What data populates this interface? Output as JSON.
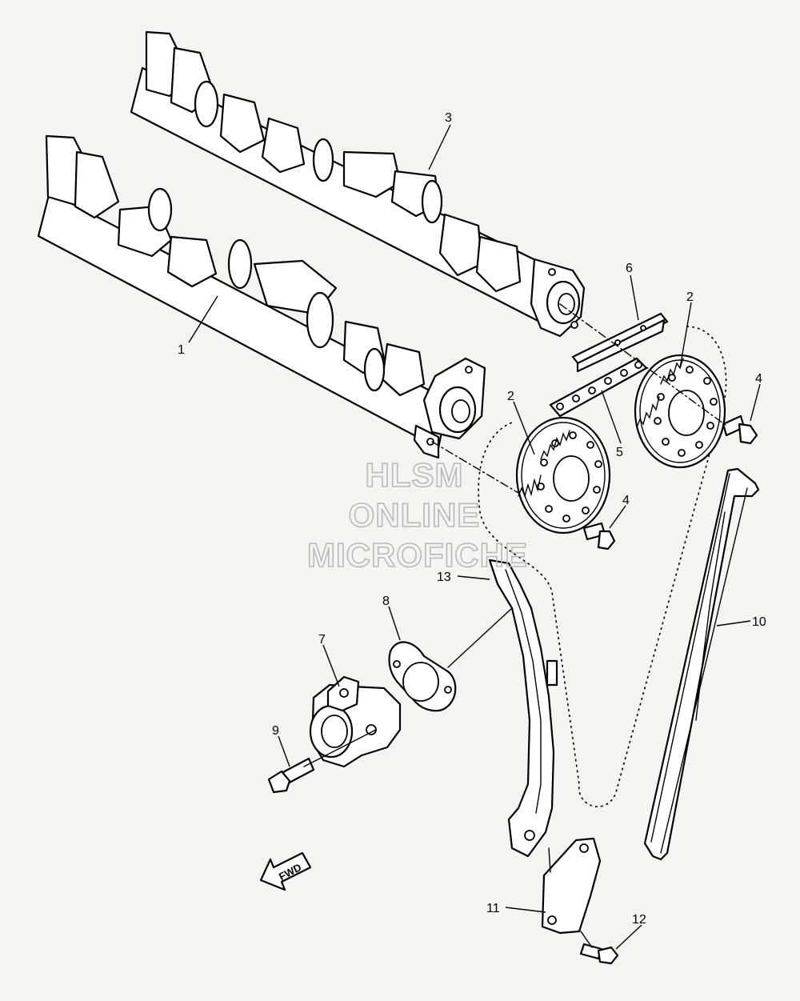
{
  "watermark": {
    "line1": "HLSM",
    "line2": "ONLINE",
    "line3": "MICROFICHE"
  },
  "direction_label": "FWD",
  "callouts": [
    {
      "id": "c1",
      "text": "1"
    },
    {
      "id": "c2a",
      "text": "2"
    },
    {
      "id": "c2b",
      "text": "2"
    },
    {
      "id": "c3",
      "text": "3"
    },
    {
      "id": "c4a",
      "text": "4"
    },
    {
      "id": "c4b",
      "text": "4"
    },
    {
      "id": "c5",
      "text": "5"
    },
    {
      "id": "c6",
      "text": "6"
    },
    {
      "id": "c7",
      "text": "7"
    },
    {
      "id": "c8",
      "text": "8"
    },
    {
      "id": "c9",
      "text": "9"
    },
    {
      "id": "c10",
      "text": "10"
    },
    {
      "id": "c11",
      "text": "11"
    },
    {
      "id": "c12",
      "text": "12"
    },
    {
      "id": "c13",
      "text": "13"
    }
  ],
  "colors": {
    "background": "#f4f4f0",
    "line": "#000000",
    "watermark": "#b9b9b9"
  }
}
